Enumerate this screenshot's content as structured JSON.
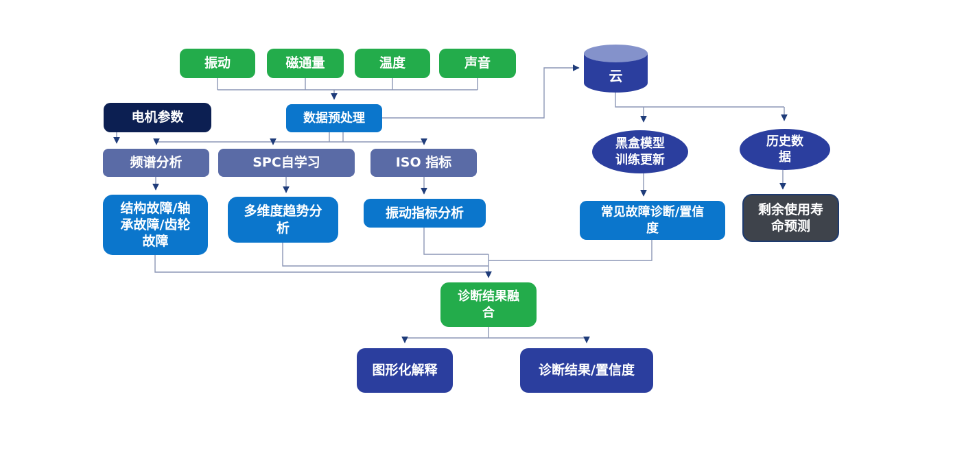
{
  "diagram": {
    "title_hint": "motor fault diagnosis flowchart",
    "palette": {
      "green": "#23ac4b",
      "bright_blue": "#0b76cc",
      "slate_blue": "#5a6ba6",
      "navy": "#0c1f52",
      "royal_blue": "#2b3e9e",
      "cylinder_top": "#8492cb",
      "dark_gray": "#3e434b",
      "edge_line": "#8b96b5",
      "arrow_head": "#1f3c7a",
      "background": "#ffffff"
    },
    "nodes": {
      "sensors": [
        "振动",
        "磁通量",
        "温度",
        "声音"
      ],
      "motor_params": "电机参数",
      "preprocessing": "数据预处理",
      "cloud": "云",
      "spectrum_analysis": "频谱分析",
      "spc_self_learning": "SPC自学习",
      "iso_index": "ISO 指标",
      "structural_fault": "结构故障/轴\n承故障/齿轮\n故障",
      "trend_analysis": "多维度趋势分\n析",
      "vibration_index_analysis": "振动指标分析",
      "blackbox_model": "黑盒模型\n训练更新",
      "history_data": "历史数\n据",
      "common_fault": "常见故障诊断/置信\n度",
      "remaining_life": "剩余使用寿\n命预测",
      "fusion": "诊断结果融\n合",
      "graphic_explanation": "图形化解释",
      "diagnosis_confidence": "诊断结果/置信度"
    }
  }
}
